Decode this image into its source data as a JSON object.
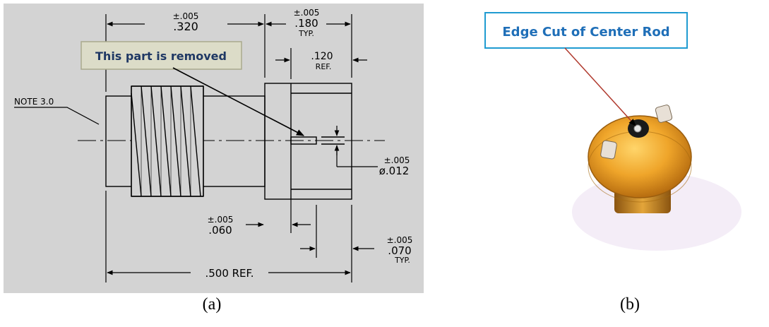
{
  "panel_a": {
    "caption": "(a)",
    "callout": "This part is removed",
    "note": "NOTE 3.0",
    "dims": {
      "tol_top_left": "±.005",
      "val_top_left": ".320",
      "tol_top_right": "±.005",
      "val_top_right": ".180",
      "typ_top_right": "TYP.",
      "val_ref_120": ".120",
      "ref_120": "REF.",
      "tol_dia": "±.005",
      "val_dia": "ø.012",
      "tol_060": "±.005",
      "val_060": ".060",
      "tol_070": "±.005",
      "val_070": ".070",
      "typ_070": "TYP.",
      "bottom_overall": ".500 REF."
    }
  },
  "panel_b": {
    "caption": "(b)",
    "label": "Edge Cut of Center Rod"
  },
  "colors": {
    "drawing_bg": "#d3d3d3",
    "callout_bg": "#dcdcc8",
    "callout_text": "#1f3864",
    "label_border": "#1f9bd1",
    "label_text": "#1f6fb8",
    "gold": "#e9a12a"
  }
}
